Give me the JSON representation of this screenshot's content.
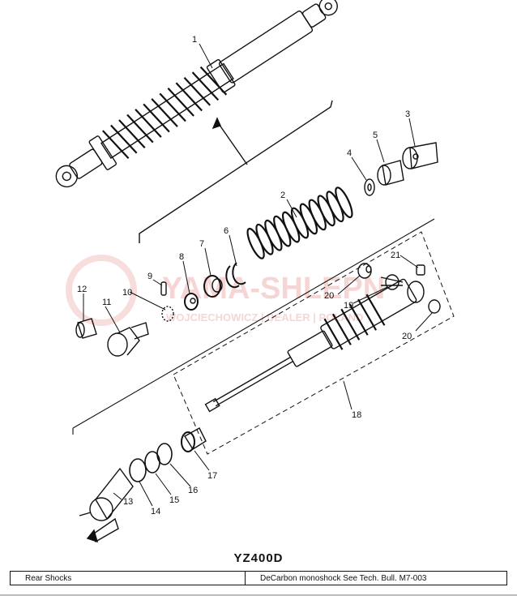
{
  "watermark": {
    "brand": "YAMA-SHLEPN",
    "subtitle": "WOJCIECHOWICZ | DEALER | POLAND"
  },
  "callouts": {
    "p1": "1",
    "p2": "2",
    "p3": "3",
    "p4": "4",
    "p5": "5",
    "p6": "6",
    "p7": "7",
    "p8": "8",
    "p9": "9",
    "p10": "10",
    "p11": "11",
    "p12": "12",
    "p13": "13",
    "p14": "14",
    "p15": "15",
    "p16": "16",
    "p17": "17",
    "p18": "18",
    "p19": "19",
    "p20a": "20",
    "p20b": "20",
    "p21": "21"
  },
  "model": "YZ400D",
  "info_table": {
    "section": "Rear Shocks",
    "note": "DeCarbon monoshock See Tech. Bull. M7-003"
  },
  "colors": {
    "line": "#111111",
    "watermark": "#f0b4b4",
    "bg": "#ffffff"
  }
}
